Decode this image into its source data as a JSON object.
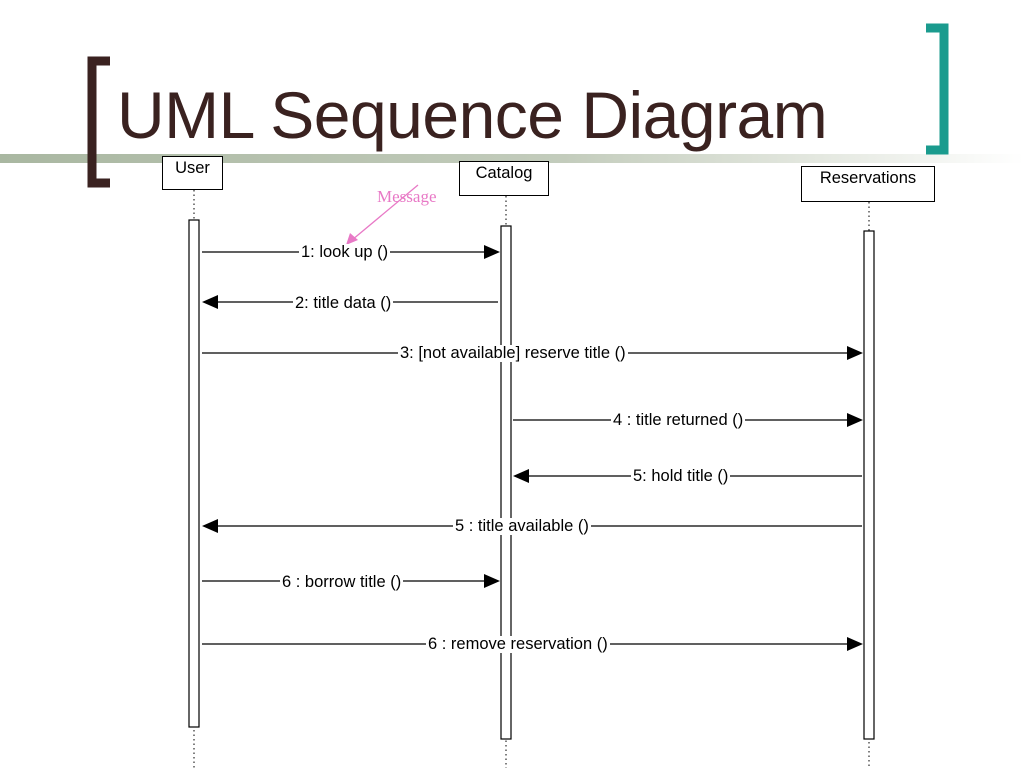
{
  "slide": {
    "title": "UML Sequence Diagram"
  },
  "colors": {
    "title": "#3a2220",
    "decor_bar": "#a9b7a1",
    "left_bracket": "#3a2220",
    "right_bracket": "#1a9b8e",
    "note": "#e879c6",
    "line": "#000000"
  },
  "diagram": {
    "participants": [
      {
        "id": "user",
        "label": "User"
      },
      {
        "id": "catalog",
        "label": "Catalog"
      },
      {
        "id": "reservations",
        "label": "Reservations"
      }
    ],
    "note": {
      "label": "Message"
    },
    "messages": [
      {
        "label": "1: look up ()",
        "from": "user",
        "to": "catalog"
      },
      {
        "label": "2: title data ()",
        "from": "catalog",
        "to": "user"
      },
      {
        "label": "3: [not available] reserve title ()",
        "from": "user",
        "to": "reservations"
      },
      {
        "label": "4 : title returned ()",
        "from": "catalog",
        "to": "reservations"
      },
      {
        "label": "5: hold title ()",
        "from": "reservations",
        "to": "catalog"
      },
      {
        "label": "5 : title available ()",
        "from": "reservations",
        "to": "user"
      },
      {
        "label": "6 : borrow title ()",
        "from": "user",
        "to": "catalog"
      },
      {
        "label": "6 : remove reservation ()",
        "from": "user",
        "to": "reservations"
      }
    ]
  }
}
